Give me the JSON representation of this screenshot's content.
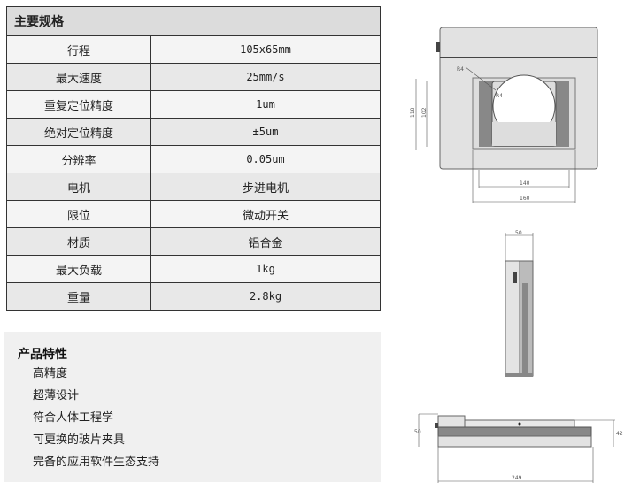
{
  "specs": {
    "title": "主要规格",
    "rows": [
      {
        "label": "行程",
        "value": "105x65mm"
      },
      {
        "label": "最大速度",
        "value": "25mm/s"
      },
      {
        "label": "重复定位精度",
        "value": "1um"
      },
      {
        "label": "绝对定位精度",
        "value": "±5um"
      },
      {
        "label": "分辨率",
        "value": "0.05um"
      },
      {
        "label": "电机",
        "value": "步进电机"
      },
      {
        "label": "限位",
        "value": "微动开关"
      },
      {
        "label": "材质",
        "value": "铝合金"
      },
      {
        "label": "最大负载",
        "value": "1kg"
      },
      {
        "label": "重量",
        "value": "2.8kg"
      }
    ]
  },
  "features": {
    "title": "产品特性",
    "items": [
      "高精度",
      "超薄设计",
      "符合人体工程学",
      "可更换的玻片夹具",
      "完备的应用软件生态支持"
    ]
  },
  "drawing": {
    "top": {
      "d1": "118",
      "d2": "102",
      "w1": "140",
      "w2": "160",
      "r1": "R4",
      "r2": "R4"
    },
    "side": {
      "w": "50"
    },
    "front": {
      "h1": "50",
      "h2": "42",
      "w": "249"
    }
  }
}
